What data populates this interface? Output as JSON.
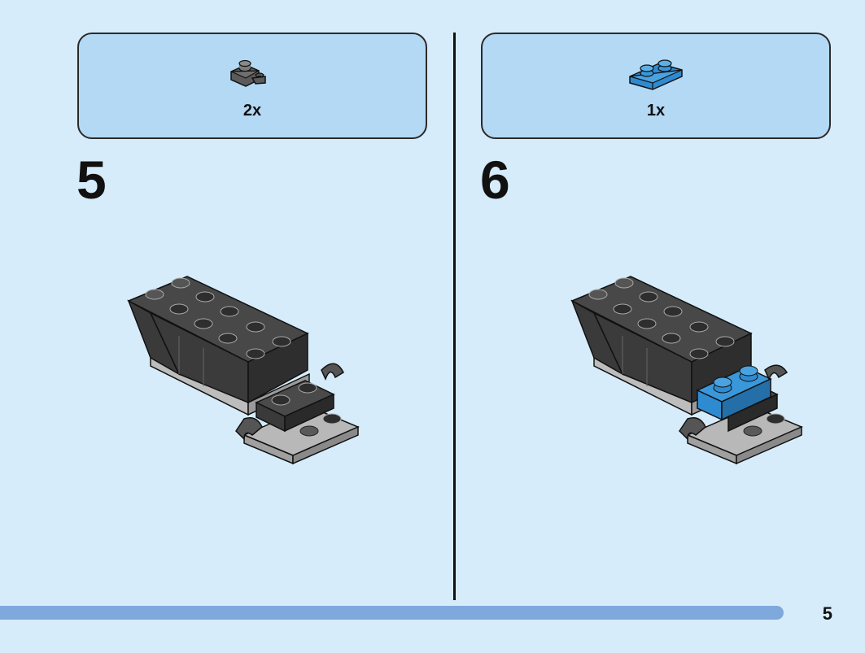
{
  "steps": [
    {
      "number": "5",
      "part_qty": "2x",
      "part_icon": "dark-gray-clip-plate-icon"
    },
    {
      "number": "6",
      "part_qty": "1x",
      "part_icon": "blue-1x2-plate-icon"
    }
  ],
  "page_number": "5",
  "colors": {
    "background": "#d6ecfb",
    "parts_box": "#b4d9f5",
    "dark_brick": "#3a3a3a",
    "light_gray": "#a8a8a8",
    "blue_plate": "#2f8bd0",
    "progress_bar": "#7fa8dc"
  }
}
